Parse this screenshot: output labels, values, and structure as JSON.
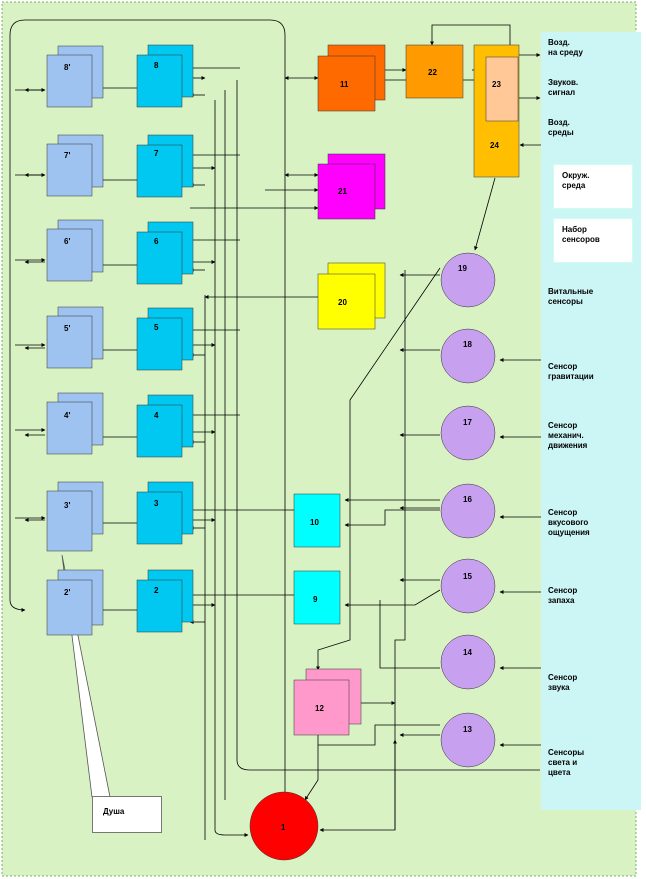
{
  "colors": {
    "background": "#d9f2c4",
    "panel": "#ccf5f5",
    "module_blue": "#00c8f0",
    "module_light": "#9ec3f0",
    "module_orange_dark": "#ff6a00",
    "module_orange": "#ff9a00",
    "module_yellow_orange": "#ffbf00",
    "module_peach": "#ffc896",
    "module_magenta": "#ff00ff",
    "module_yellow": "#ffff00",
    "module_cyan": "#00ffff",
    "module_pink": "#ff99cc",
    "sensor_purple": "#c8a0f0",
    "core_red": "#ff0000"
  },
  "nodes": {
    "n1": "1",
    "n2": "2",
    "n3": "3",
    "n4": "4",
    "n5": "5",
    "n6": "6",
    "n7": "7",
    "n8": "8",
    "n2p": "2'",
    "n3p": "3'",
    "n4p": "4'",
    "n5p": "5'",
    "n6p": "6'",
    "n7p": "7'",
    "n8p": "8'",
    "n9": "9",
    "n10": "10",
    "n11": "11",
    "n12": "12",
    "n13": "13",
    "n14": "14",
    "n15": "15",
    "n16": "16",
    "n17": "17",
    "n18": "18",
    "n19": "19",
    "n20": "20",
    "n21": "21",
    "n22": "22",
    "n23": "23",
    "n24": "24"
  },
  "labels": {
    "callout": "Душа",
    "influence_on_env": "Возд.\nна среду",
    "sound_signal": "Звуков.\nсигнал",
    "influence_of_env": "Возд.\nсреды",
    "surrounding_env": "Окруж.\nсреда",
    "sensor_set": "Набор\nсенсоров",
    "vital_sensors": "Витальные\nсенсоры",
    "gravity_sensor": "Сенсор\nгравитации",
    "motion_sensor": "Сенсор\nмеханич.\nдвижения",
    "taste_sensor": "Сенсор\nвкусового\nощущения",
    "smell_sensor": "Сенсор\nзапаха",
    "sound_sensor": "Сенсор\nзвука",
    "light_sensors": "Сенсоры\nсвета и\nцвета"
  }
}
